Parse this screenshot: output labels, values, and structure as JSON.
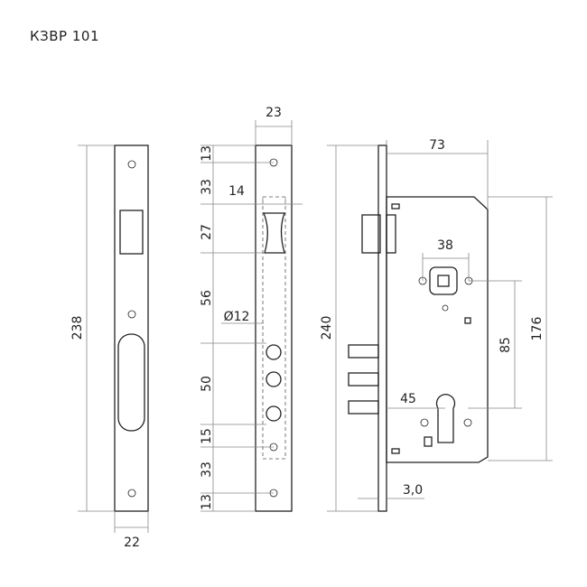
{
  "title": "КЗВР 101",
  "dims": {
    "strike_height": "238",
    "strike_width": "22",
    "faceplate_width": "23",
    "d13_top": "13",
    "d33_top": "33",
    "d14": "14",
    "d27": "27",
    "d56": "56",
    "diameter": "Ø12",
    "d50": "50",
    "d15": "15",
    "d33_bottom": "33",
    "d13_bottom": "13",
    "d73": "73",
    "d38": "38",
    "d240": "240",
    "d85": "85",
    "d176": "176",
    "d45": "45",
    "d3_0": "3,0"
  }
}
